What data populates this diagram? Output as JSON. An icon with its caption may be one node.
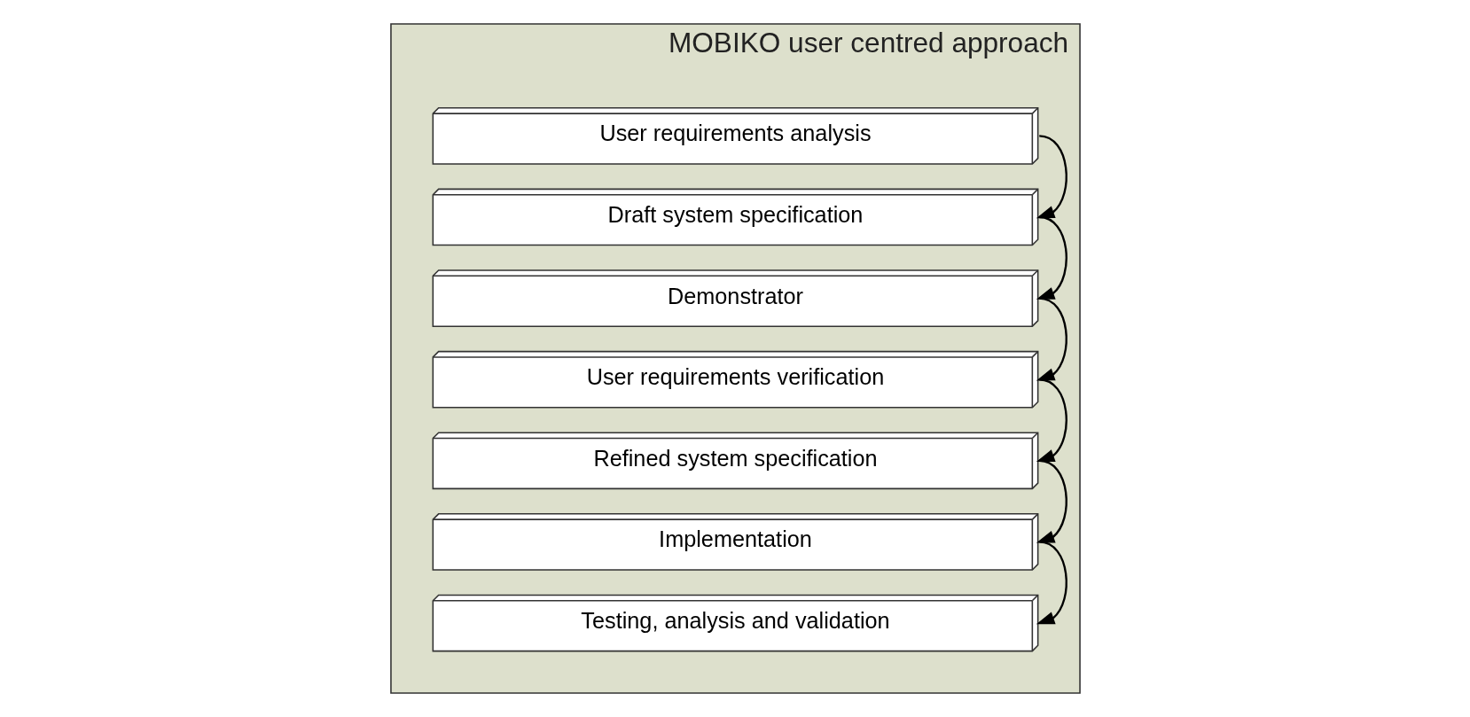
{
  "diagram": {
    "nodes": [
      {
        "text": [
          "MOBIKO user centred approach"
        ]
      },
      {
        "text": [
          "User requirements analysis"
        ],
        "in": 0
      },
      {
        "text": [
          "Draft system specification"
        ],
        "in": 0
      },
      {
        "text": [
          "Demonstrator"
        ],
        "in": 0
      },
      {
        "text": [
          "User requirements verification"
        ],
        "in": 0
      },
      {
        "text": [
          "Refined system specification"
        ],
        "in": 0
      },
      {
        "text": [
          "Implementation"
        ],
        "in": 0
      },
      {
        "text": [
          "Testing, analysis and validation"
        ],
        "in": 0
      }
    ],
    "edges": [
      {
        "from": 1,
        "to": 2,
        "arrow": "to"
      },
      {
        "from": 2,
        "to": 3,
        "arrow": "to"
      },
      {
        "from": 3,
        "to": 4,
        "arrow": "to"
      },
      {
        "from": 4,
        "to": 5,
        "arrow": "to"
      },
      {
        "from": 5,
        "to": 6,
        "arrow": "to"
      },
      {
        "from": 6,
        "to": 7,
        "arrow": "to"
      }
    ]
  }
}
